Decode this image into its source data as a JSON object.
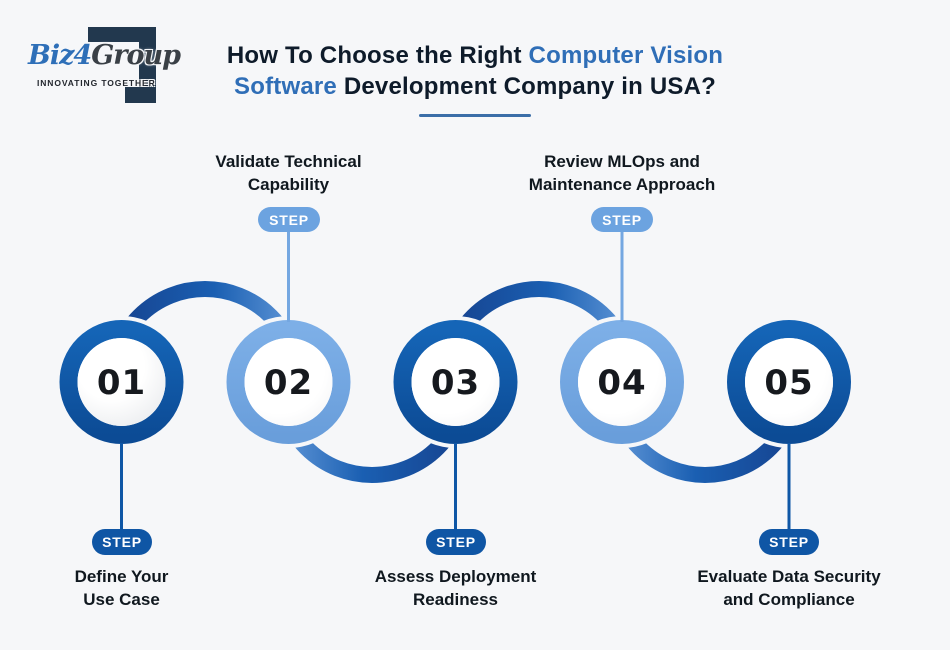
{
  "logo": {
    "brand_biz": "Biz",
    "brand_4": "4",
    "brand_group": "Group",
    "tagline": "INNOVATING TOGETHER"
  },
  "header": {
    "title_line1_dark": "How To Choose the Right ",
    "title_line1_blue": "Computer Vision",
    "title_line2_blue": "Software",
    "title_line2_dark": " Development Company in USA?"
  },
  "steps": [
    {
      "number": "01",
      "badge": "STEP",
      "label": "Define Your\nUse Case",
      "position": "bottom",
      "tone": "dark"
    },
    {
      "number": "02",
      "badge": "STEP",
      "label": "Validate Technical\nCapability",
      "position": "top",
      "tone": "light"
    },
    {
      "number": "03",
      "badge": "STEP",
      "label": "Assess Deployment\nReadiness",
      "position": "bottom",
      "tone": "dark"
    },
    {
      "number": "04",
      "badge": "STEP",
      "label": "Review MLOps and\nMaintenance Approach",
      "position": "top",
      "tone": "light"
    },
    {
      "number": "05",
      "badge": "STEP",
      "label": "Evaluate Data Security\nand Compliance",
      "position": "bottom",
      "tone": "dark"
    }
  ],
  "colors": {
    "background": "#F6F7F9",
    "dark_blue": "#0F56A5",
    "light_blue": "#6CA3E0",
    "arc_navy": "#16428E",
    "title_blue": "#2F6EB7",
    "title_dark": "#0E1B2A",
    "number_text": "#16191E",
    "bracket_navy": "#22384E"
  }
}
